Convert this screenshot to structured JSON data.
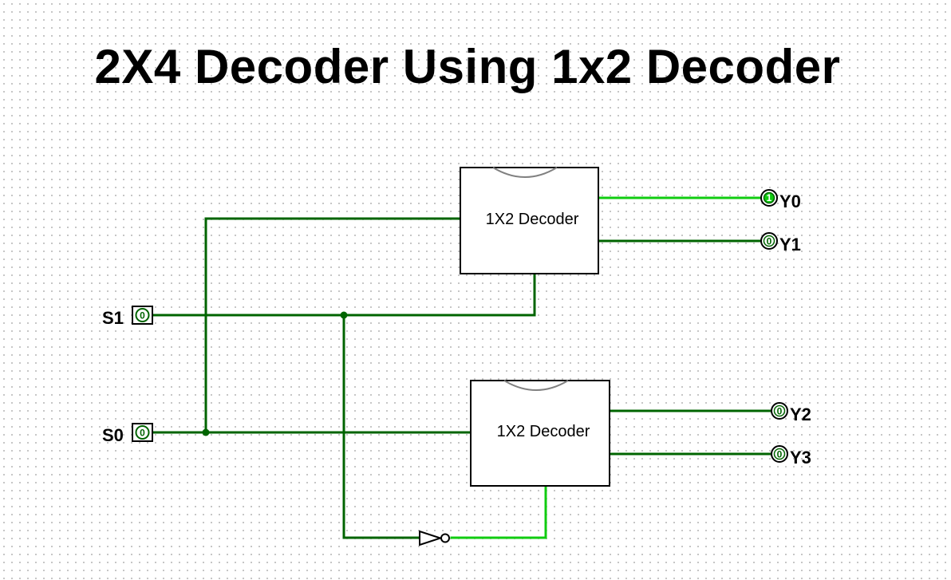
{
  "title": "2X4 Decoder Using 1x2 Decoder",
  "blocks": [
    {
      "label": "1X2 Decoder"
    },
    {
      "label": "1X2 Decoder"
    }
  ],
  "inputs": [
    {
      "label": "S1",
      "value": "0"
    },
    {
      "label": "S0",
      "value": "0"
    }
  ],
  "outputs": [
    {
      "label": "Y0",
      "value": "1"
    },
    {
      "label": "Y1",
      "value": "0"
    },
    {
      "label": "Y2",
      "value": "0"
    },
    {
      "label": "Y3",
      "value": "0"
    }
  ],
  "colors": {
    "wire_low": "#006400",
    "wire_high": "#10cc10",
    "value_text": "#006400",
    "value_text_high": "#00aa00",
    "block_stroke": "#000000",
    "notch": "#808080"
  }
}
